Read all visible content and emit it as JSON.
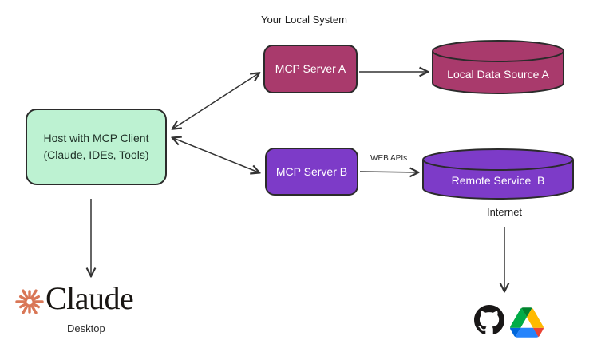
{
  "labels": {
    "local_system": "Your Local System",
    "web_apis": "WEB APIs",
    "internet": "Internet"
  },
  "nodes": {
    "host": {
      "line1": "Host with MCP Client",
      "line2": "(Claude, IDEs, Tools)",
      "fill": "#BDF2D2",
      "text_color": "#203228"
    },
    "server_a": {
      "label": "MCP Server A",
      "fill": "#A93A6C",
      "text_color": "#FFFFFF"
    },
    "data_source_a": {
      "label": "Local Data Source A",
      "fill": "#A93A6C",
      "text_color": "#FFFFFF"
    },
    "server_b": {
      "label": "MCP Server B",
      "fill": "#7D3BC8",
      "text_color": "#FFFFFF"
    },
    "remote_service_b": {
      "label": "Remote Service  B",
      "fill": "#7D3BC8",
      "text_color": "#FFFFFF"
    }
  },
  "connectors": {
    "stroke": "#333333",
    "host_to_server_a": "bidirectional",
    "host_to_server_b": "bidirectional",
    "server_a_to_data_source": "right",
    "server_b_to_remote_service": "right",
    "host_to_claude_desktop": "down",
    "internet_to_services": "down"
  },
  "branding": {
    "claude_wordmark": "Claude",
    "claude_caption": "Desktop",
    "claude_spark_color": "#D97757"
  },
  "icons": {
    "github": "github-logo",
    "google_drive": "google-drive-logo"
  }
}
